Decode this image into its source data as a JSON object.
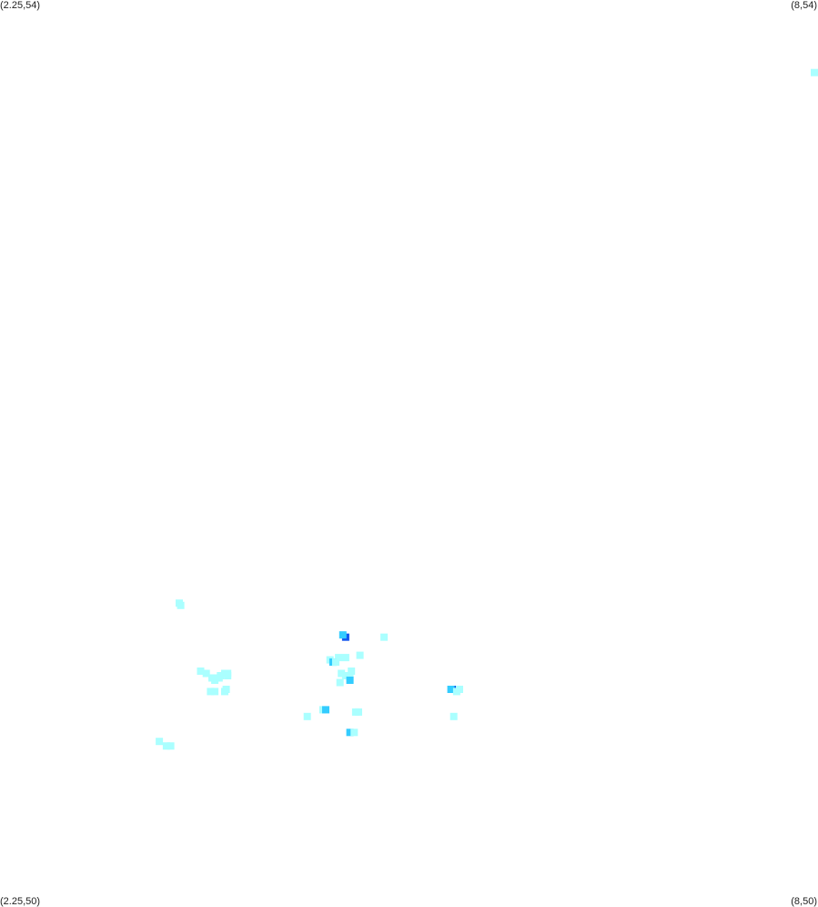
{
  "corners": {
    "top_left": "(2.25,54)",
    "top_right": "(8,54)",
    "bottom_left": "(2.25,50)",
    "bottom_right": "(8,50)"
  },
  "extent": {
    "lon": [
      2.25,
      8
    ],
    "lat": [
      50,
      54
    ]
  },
  "colors": {
    "low": "#aaffff",
    "mid": "#33ccff",
    "high": "#1155ee"
  },
  "points": [
    {
      "lon": 8.0,
      "lat": 53.68,
      "level": "low"
    },
    {
      "lon": 3.51,
      "lat": 51.34,
      "level": "low"
    },
    {
      "lon": 3.52,
      "lat": 51.33,
      "level": "low"
    },
    {
      "lon": 4.68,
      "lat": 51.19,
      "level": "high"
    },
    {
      "lon": 4.66,
      "lat": 51.2,
      "level": "mid"
    },
    {
      "lon": 4.95,
      "lat": 51.19,
      "level": "low"
    },
    {
      "lon": 4.78,
      "lat": 51.11,
      "level": "low"
    },
    {
      "lon": 4.63,
      "lat": 51.1,
      "level": "low"
    },
    {
      "lon": 4.57,
      "lat": 51.09,
      "level": "low"
    },
    {
      "lon": 4.59,
      "lat": 51.08,
      "level": "mid"
    },
    {
      "lon": 4.61,
      "lat": 51.08,
      "level": "low"
    },
    {
      "lon": 4.68,
      "lat": 51.1,
      "level": "low"
    },
    {
      "lon": 3.66,
      "lat": 51.04,
      "level": "low"
    },
    {
      "lon": 3.7,
      "lat": 51.03,
      "level": "low"
    },
    {
      "lon": 3.83,
      "lat": 51.03,
      "level": "low"
    },
    {
      "lon": 3.8,
      "lat": 51.02,
      "level": "low"
    },
    {
      "lon": 3.79,
      "lat": 51.01,
      "level": "low"
    },
    {
      "lon": 3.76,
      "lat": 51.0,
      "level": "low"
    },
    {
      "lon": 3.74,
      "lat": 51.01,
      "level": "low"
    },
    {
      "lon": 3.85,
      "lat": 51.03,
      "level": "low"
    },
    {
      "lon": 3.85,
      "lat": 51.02,
      "level": "low"
    },
    {
      "lon": 4.72,
      "lat": 51.04,
      "level": "low"
    },
    {
      "lon": 4.65,
      "lat": 51.03,
      "level": "low"
    },
    {
      "lon": 4.68,
      "lat": 51.02,
      "level": "low"
    },
    {
      "lon": 4.71,
      "lat": 51.01,
      "level": "low"
    },
    {
      "lon": 4.71,
      "lat": 51.0,
      "level": "mid"
    },
    {
      "lon": 4.64,
      "lat": 50.99,
      "level": "low"
    },
    {
      "lon": 3.73,
      "lat": 50.95,
      "level": "low"
    },
    {
      "lon": 3.76,
      "lat": 50.95,
      "level": "low"
    },
    {
      "lon": 3.83,
      "lat": 50.95,
      "level": "low"
    },
    {
      "lon": 3.84,
      "lat": 50.96,
      "level": "low"
    },
    {
      "lon": 5.43,
      "lat": 50.96,
      "level": "high"
    },
    {
      "lon": 5.42,
      "lat": 50.96,
      "level": "mid"
    },
    {
      "lon": 5.46,
      "lat": 50.95,
      "level": "low"
    },
    {
      "lon": 5.48,
      "lat": 50.96,
      "level": "low"
    },
    {
      "lon": 4.52,
      "lat": 50.87,
      "level": "low"
    },
    {
      "lon": 4.54,
      "lat": 50.87,
      "level": "mid"
    },
    {
      "lon": 4.75,
      "lat": 50.86,
      "level": "low"
    },
    {
      "lon": 4.77,
      "lat": 50.86,
      "level": "low"
    },
    {
      "lon": 4.41,
      "lat": 50.84,
      "level": "low"
    },
    {
      "lon": 5.44,
      "lat": 50.84,
      "level": "low"
    },
    {
      "lon": 4.71,
      "lat": 50.77,
      "level": "mid"
    },
    {
      "lon": 4.74,
      "lat": 50.77,
      "level": "low"
    },
    {
      "lon": 3.37,
      "lat": 50.73,
      "level": "low"
    },
    {
      "lon": 3.42,
      "lat": 50.71,
      "level": "low"
    },
    {
      "lon": 3.45,
      "lat": 50.71,
      "level": "low"
    }
  ]
}
